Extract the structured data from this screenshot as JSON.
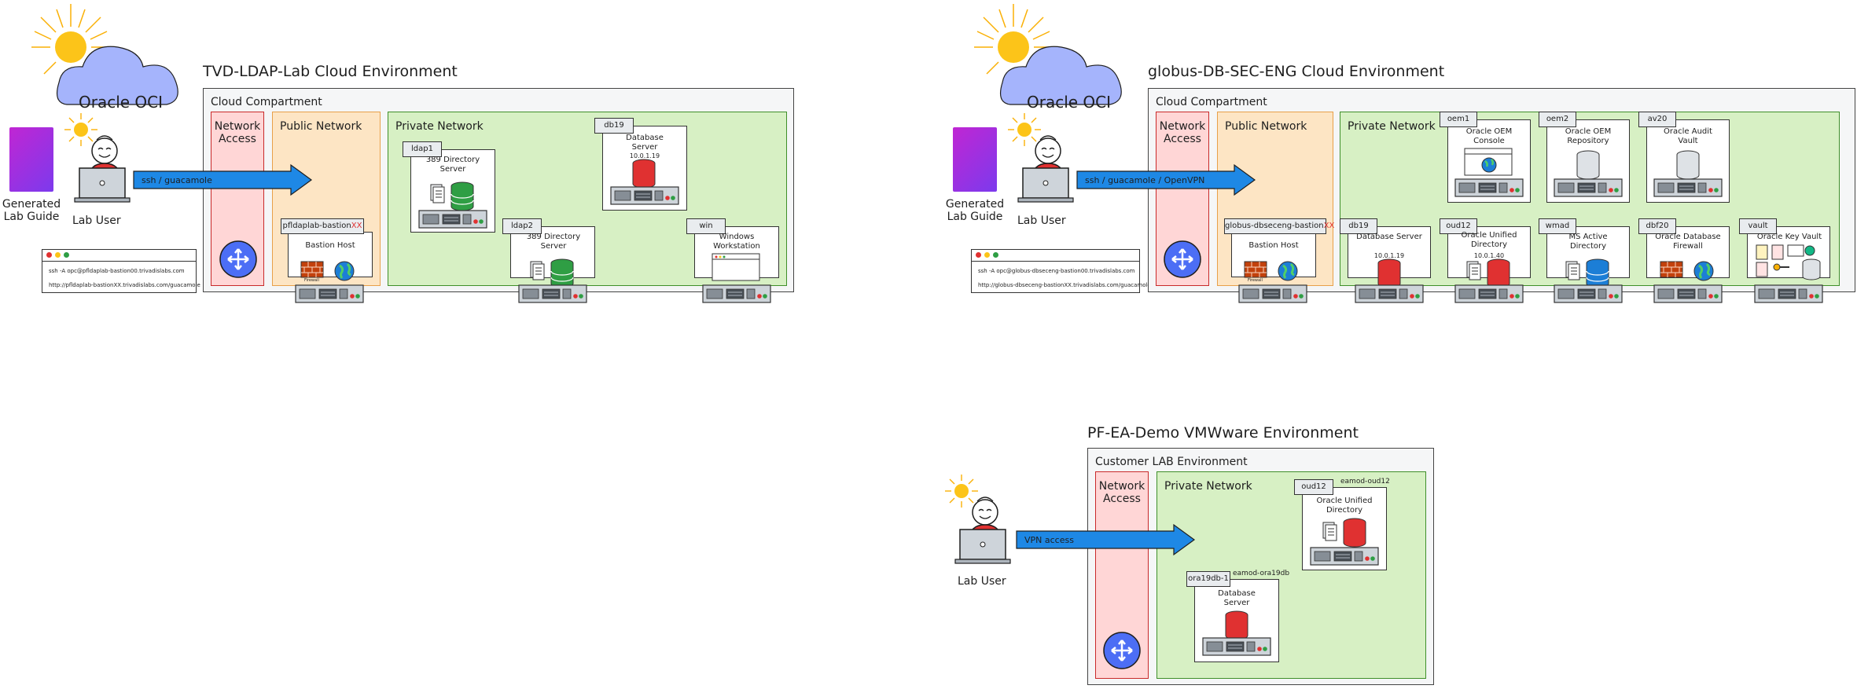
{
  "env1": {
    "title": "TVD-LDAP-Lab Cloud Environment",
    "brand": "Oracle OCI",
    "compartment": "Cloud Compartment",
    "net_access": "Network Access",
    "public_net": "Public Network",
    "private_net": "Private Network",
    "arrow": "ssh / guacamole",
    "guide": "Generated Lab Guide",
    "user": "Lab User",
    "terminal": [
      "ssh -A opc@pfldaplab-bastion00.trivadislabs.com",
      "http://pfldaplab-bastionXX.trivadislabs.com/guacamole"
    ],
    "bastion_tag": "pfldaplab-bastion",
    "bastion_tag_suffix": "XX",
    "bastion": "Bastion Host",
    "bastion_sub": "Firewall",
    "ldap1_tag": "ldap1",
    "ldap1": "389 Directory Server",
    "ldap2_tag": "ldap2",
    "ldap2": "389 Directory Server",
    "db19_tag": "db19",
    "db19": "Database Server",
    "db19_ip": "10.0.1.19",
    "win_tag": "win",
    "win": "Windows Workstation"
  },
  "env2": {
    "title": "globus-DB-SEC-ENG Cloud Environment",
    "brand": "Oracle OCI",
    "compartment": "Cloud Compartment",
    "net_access": "Network Access",
    "public_net": "Public Network",
    "private_net": "Private Network",
    "arrow": "ssh / guacamole / OpenVPN",
    "guide": "Generated Lab Guide",
    "user": "Lab User",
    "terminal": [
      "ssh -A opc@globus-dbseceng-bastion00.trivadislabs.com",
      "http://globus-dbseceng-bastionXX.trivadislabs.com/guacamole"
    ],
    "bastion_tag": "globus-dbseceng-bastion",
    "bastion_tag_suffix": "XX",
    "bastion": "Bastion Host",
    "bastion_sub": "Firewall",
    "oem1_tag": "oem1",
    "oem1": "Oracle OEM Console",
    "oem2_tag": "oem2",
    "oem2": "Oracle OEM Repository",
    "av20_tag": "av20",
    "av20": "Oracle Audit Vault",
    "db19_tag": "db19",
    "db19": "Database Server",
    "db19_ip": "10.0.1.19",
    "oud12_tag": "oud12",
    "oud12": "Oracle Unified Directory",
    "oud12_ip": "10.0.1.40",
    "wmad_tag": "wmad",
    "wmad": "MS Active Directory",
    "dbf20_tag": "dbf20",
    "dbf20": "Oracle Database Firewall",
    "vault_tag": "vault",
    "vault": "Oracle Key Vault"
  },
  "env3": {
    "title": "PF-EA-Demo VMWware Environment",
    "compartment": "Customer LAB Environment",
    "net_access": "Network Access",
    "private_net": "Private Network",
    "arrow": "VPN access",
    "user": "Lab User",
    "oud_tag": "oud12",
    "oud_host": "eamod-oud12",
    "oud": "Oracle Unified Directory",
    "db_tag": "ora19db-1",
    "db_host": "eamod-ora19db",
    "db": "Database Server"
  },
  "colors": {
    "red_zone": "#ffd6d6",
    "orange_zone": "#fde5c4",
    "green_zone": "#d7f0c4",
    "arrow": "#1e88e5",
    "db_red": "#e03131",
    "db_green": "#2f9e44",
    "db_blue": "#1c7ed6",
    "cloud": "#a5b4fc",
    "sun": "#fcc419",
    "router": "#4c6ef5"
  }
}
